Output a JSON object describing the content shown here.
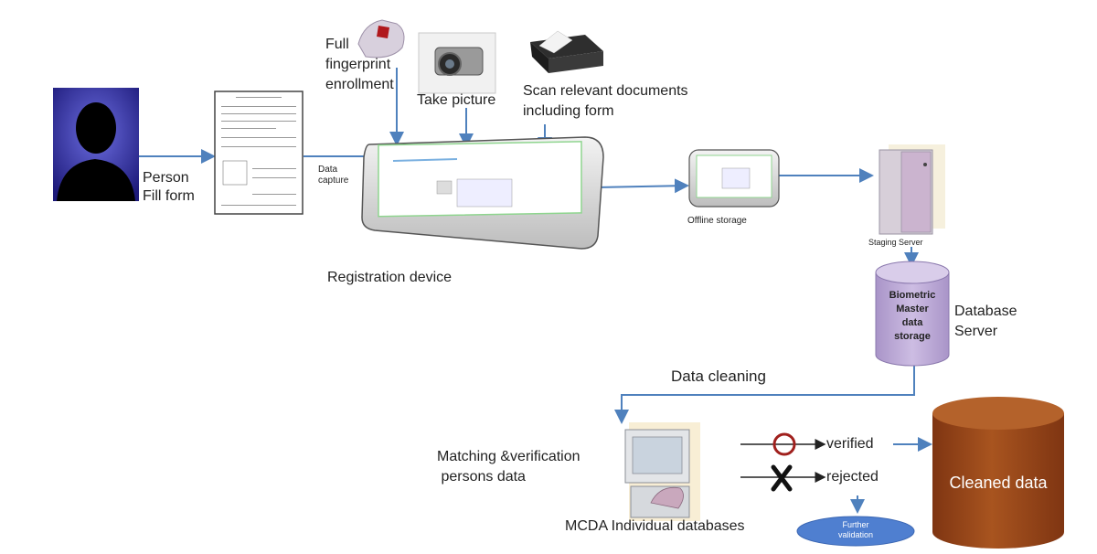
{
  "person": {
    "label": "Person\nFill form"
  },
  "form": {
    "data_capture_label": "Data\ncapture"
  },
  "capture": {
    "fingerprint_label": "Full\nfingerprint\nenrollment",
    "picture_label": "Take picture",
    "scan_label": "Scan relevant documents\nincluding form"
  },
  "registration": {
    "label": "Registration device"
  },
  "offline": {
    "label": "Offline  storage"
  },
  "staging": {
    "label": "Staging Server"
  },
  "database": {
    "cylinder_text": "Biometric\nMaster\ndata\nstorage",
    "label": "Database\nServer"
  },
  "cleaning": {
    "label": "Data cleaning"
  },
  "matching": {
    "label": "Matching &verification\n persons data",
    "databases_label": "MCDA Individual databases"
  },
  "results": {
    "verified_label": "verified",
    "rejected_label": "rejected",
    "further_validation_label": "Further\nvalidation"
  },
  "cleaned": {
    "label": "Cleaned data"
  },
  "colors": {
    "arrow": "#4f81bd",
    "portrait_bg": "#3c3aa6",
    "cylinder": "#b9a5d4",
    "cleaned": "#9c4a1c",
    "further": "#4f7fd0"
  }
}
